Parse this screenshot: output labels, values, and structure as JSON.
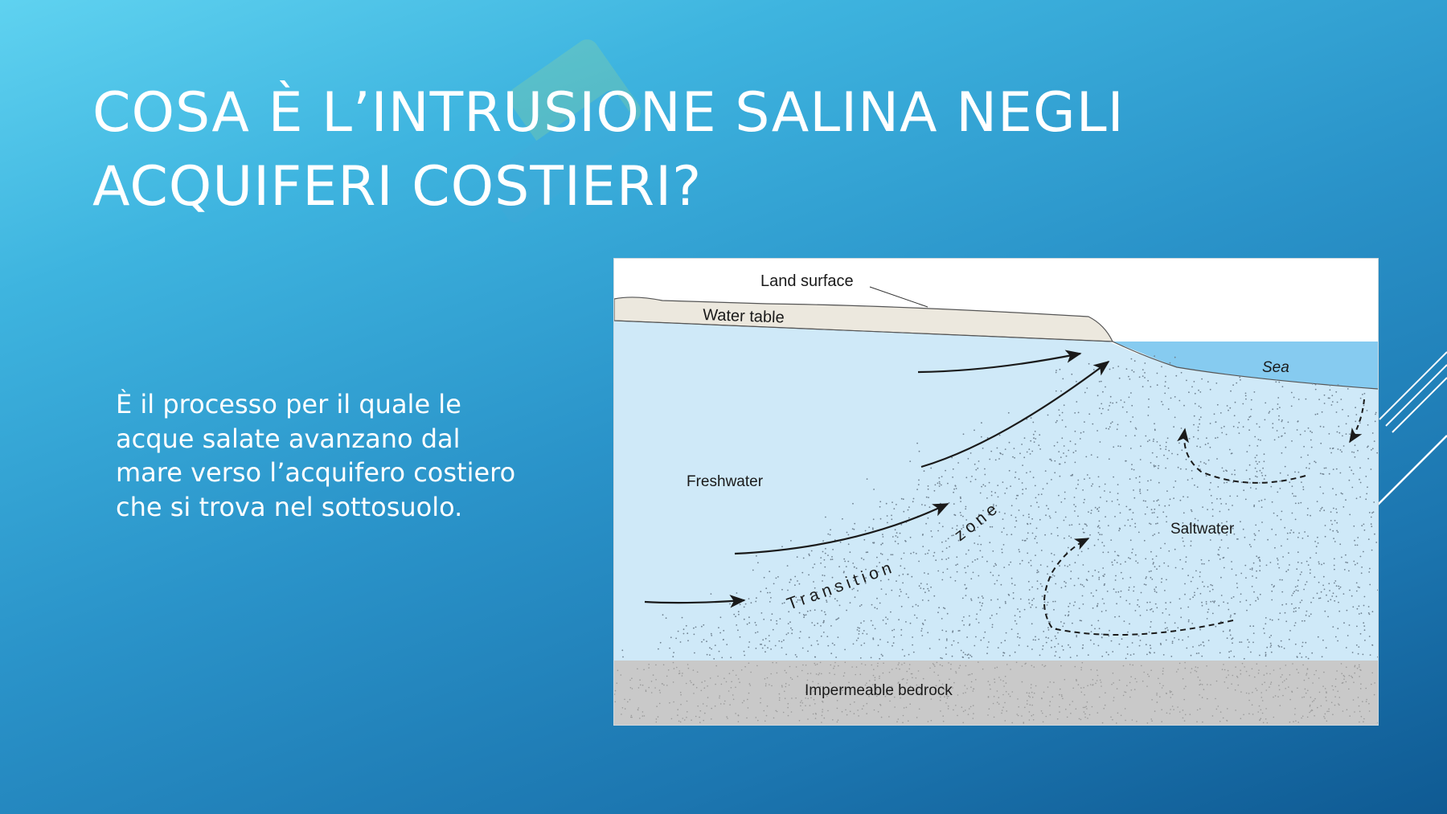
{
  "slide": {
    "title_line1": "COSA È L’INTRUSIONE SALINA NEGLI",
    "title_line2": "ACQUIFERI COSTIERI?",
    "body_lines": [
      "È il processo per il quale le",
      "acque salate avanzano dal",
      "mare verso l’acquifero costiero",
      "che si trova nel sottosuolo."
    ]
  },
  "diagram": {
    "labels": {
      "land_surface": "Land surface",
      "water_table": "Water table",
      "sea": "Sea",
      "freshwater": "Freshwater",
      "saltwater": "Saltwater",
      "transition": "Transition",
      "zone": "zone",
      "bedrock": "Impermeable bedrock"
    },
    "colors": {
      "freshwater": "#cfe9f8",
      "sea": "#86cbf0",
      "land": "#ece8de",
      "bedrock": "#c9c9c9",
      "stipple": "#6f8190",
      "arrow": "#1a1a1a"
    }
  },
  "theme": {
    "background_top": "#5fd2f0",
    "background_bottom": "#0f5a93",
    "text": "#ffffff"
  }
}
